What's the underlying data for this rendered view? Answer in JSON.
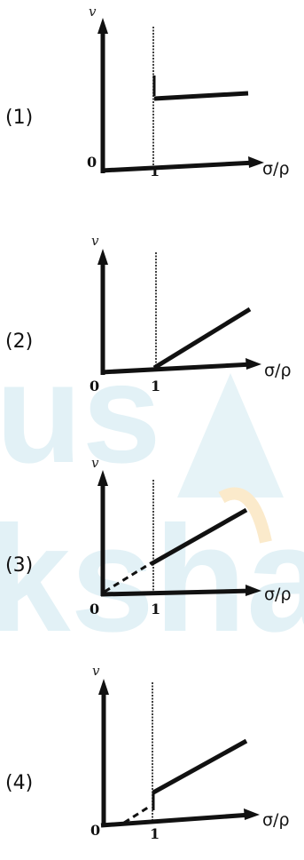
{
  "options": [
    {
      "label": "(1)",
      "y_label": "v",
      "x_label": "σ/ρ",
      "origin_label": "0",
      "tick_label": "1",
      "curve": "step"
    },
    {
      "label": "(2)",
      "y_label": "v",
      "x_label": "σ/ρ",
      "origin_label": "0",
      "tick_label": "1",
      "curve": "kink"
    },
    {
      "label": "(3)",
      "y_label": "v",
      "x_label": "σ/ρ",
      "origin_label": "0",
      "tick_label": "1",
      "curve": "dashed-through-origin"
    },
    {
      "label": "(4)",
      "y_label": "v",
      "x_label": "σ/ρ",
      "origin_label": "0",
      "tick_label": "1",
      "curve": "dashed-from-axis"
    }
  ],
  "colors": {
    "ink": "#111111",
    "watermark_blue": "#d7ecf3",
    "watermark_orange": "#fbe8c4"
  }
}
